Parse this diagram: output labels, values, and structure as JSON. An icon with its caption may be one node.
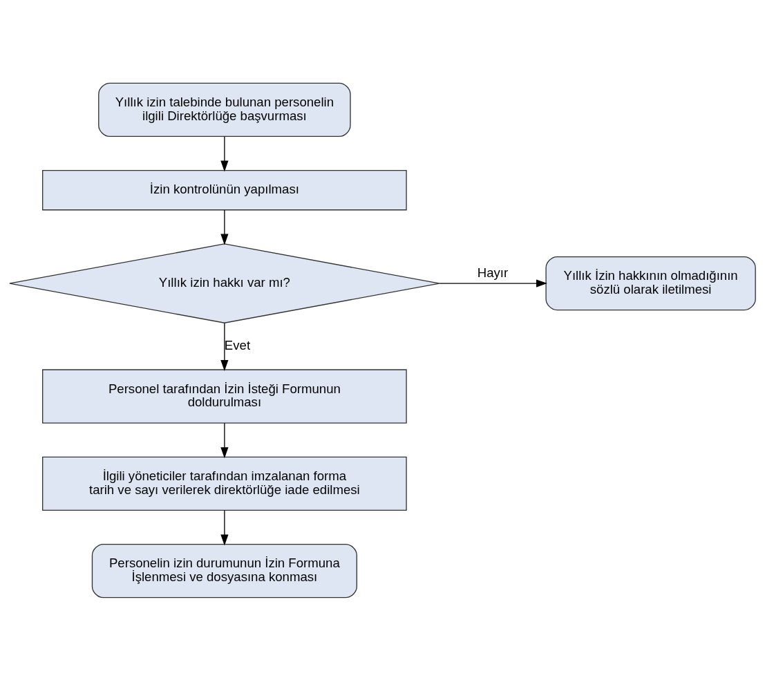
{
  "diagram": {
    "nodes": [
      {
        "text": [
          "Yıllık izin talebinde bulunan personelin ilgili Direktörlüğe başvurması"
        ]
      },
      {
        "text": [
          "İzin kontrolünün yapılması"
        ]
      },
      {
        "text": [
          "Yıllık izin hakkı var mı?"
        ]
      },
      {
        "text": [
          "Yıllık İzin hakkının olmadığının sözlü olarak iletilmesi"
        ]
      },
      {
        "text": [
          "Personel tarafından İzin İsteği Formunun doldurulması"
        ]
      },
      {
        "text": [
          "İlgili yöneticiler tarafından imzalanan forma tarih ve sayı verilerek direktörlüğe iade edilmesi"
        ]
      },
      {
        "text": [
          "Personelin izin durumunun İzin Formuna İşlenmesi ve dosyasına konması"
        ]
      }
    ],
    "edges": [
      {
        "from": 0,
        "to": 1,
        "arrow": "to"
      },
      {
        "from": 1,
        "to": 2,
        "arrow": "to"
      },
      {
        "from": 2,
        "to": 3,
        "arrow": "to",
        "label": "Hayır"
      },
      {
        "from": 2,
        "to": 4,
        "arrow": "to",
        "label": "Evet"
      },
      {
        "from": 4,
        "to": 5,
        "arrow": "to"
      },
      {
        "from": 5,
        "to": 6,
        "arrow": "to"
      }
    ]
  }
}
